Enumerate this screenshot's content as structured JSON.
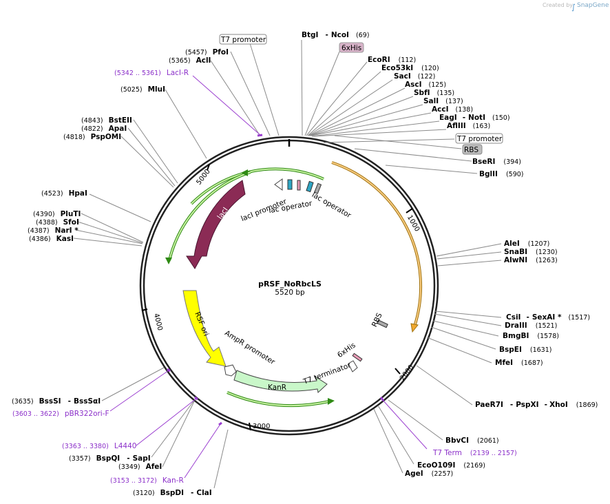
{
  "credit": {
    "text": "Created by",
    "brand": "SnapGene"
  },
  "plasmid": {
    "name": "pRSF_NoRbcLS",
    "length": "5520 bp"
  },
  "ticks": [
    "1000",
    "2000",
    "3000",
    "4000",
    "5000"
  ],
  "sites": [
    {
      "name": "BtgI",
      "name2": "NcoI",
      "pos": "(69)"
    },
    {
      "name": "EcoRI",
      "pos": "(112)"
    },
    {
      "name": "Eco53kI",
      "pos": "(120)"
    },
    {
      "name": "SacI",
      "pos": "(122)"
    },
    {
      "name": "AscI",
      "pos": "(125)"
    },
    {
      "name": "SbfI",
      "pos": "(135)"
    },
    {
      "name": "SalI",
      "pos": "(137)"
    },
    {
      "name": "AccI",
      "pos": "(138)"
    },
    {
      "name": "EagI",
      "name2": "NotI",
      "pos": "(150)"
    },
    {
      "name": "AflIII",
      "pos": "(163)"
    },
    {
      "name": "BseRI",
      "pos": "(394)"
    },
    {
      "name": "BglII",
      "pos": "(590)"
    },
    {
      "name": "AleI",
      "pos": "(1207)"
    },
    {
      "name": "SnaBI",
      "pos": "(1230)"
    },
    {
      "name": "AlwNI",
      "pos": "(1263)"
    },
    {
      "name": "CsiI",
      "name2": "SexAI *",
      "pos": "(1517)"
    },
    {
      "name": "DraIII",
      "pos": "(1521)"
    },
    {
      "name": "BmgBI",
      "pos": "(1578)"
    },
    {
      "name": "BspEI",
      "pos": "(1631)"
    },
    {
      "name": "MfeI",
      "pos": "(1687)"
    },
    {
      "name": "PaeR7I",
      "name2": "PspXI",
      "name3": "XhoI",
      "pos": "(1869)"
    },
    {
      "name": "BbvCI",
      "pos": "(2061)"
    },
    {
      "name": "EcoO109I",
      "pos": "(2169)"
    },
    {
      "name": "AgeI",
      "pos": "(2257)"
    },
    {
      "name": "BspDI",
      "name2": "ClaI",
      "pos": "(3120)"
    },
    {
      "name": "AfeI",
      "pos": "(3349)"
    },
    {
      "name": "BspQI",
      "name2": "SapI",
      "pos": "(3357)"
    },
    {
      "name": "BssSI",
      "name2": "BssSαI",
      "pos": "(3635)"
    },
    {
      "name": "KasI",
      "pos": "(4386)"
    },
    {
      "name": "NarI *",
      "pos": "(4387)"
    },
    {
      "name": "SfoI",
      "pos": "(4388)"
    },
    {
      "name": "PluTI",
      "pos": "(4390)"
    },
    {
      "name": "HpaI",
      "pos": "(4523)"
    },
    {
      "name": "PspOMI",
      "pos": "(4818)"
    },
    {
      "name": "ApaI",
      "pos": "(4822)"
    },
    {
      "name": "BstEII",
      "pos": "(4843)"
    },
    {
      "name": "MluI",
      "pos": "(5025)"
    },
    {
      "name": "AclI",
      "pos": "(5365)"
    },
    {
      "name": "PfoI",
      "pos": "(5457)"
    }
  ],
  "primers": [
    {
      "name": "LacI-R",
      "pos": "(5342 .. 5361)"
    },
    {
      "name": "T7 Term",
      "pos": "(2139 .. 2157)"
    },
    {
      "name": "Kan-R",
      "pos": "(3153 .. 3172)"
    },
    {
      "name": "L4440",
      "pos": "(3363 .. 3380)"
    },
    {
      "name": "pBR322ori-F",
      "pos": "(3603 .. 3622)"
    }
  ],
  "boxes": {
    "t7_promoter_top": "T7 promoter",
    "his_tag": "6xHis",
    "t7_promoter_right": "T7 promoter",
    "rbs": "RBS"
  },
  "features": {
    "laci": "lacI",
    "laci_promoter": "lacI promoter",
    "lac_operator_1": "lac operator",
    "lac_operator_2": "lac operator",
    "rsf_ori": "RSF ori",
    "ampr_promoter": "AmpR promoter",
    "kanr": "KanR",
    "t7_terminator": "T7 terminator",
    "his_inner": "6xHis",
    "rbs_inner": "RBS"
  },
  "colors": {
    "laci": "#8b2b55",
    "rsf_ori": "#ffff00",
    "kanr": "#c9f7c9",
    "orf": "#f0a830",
    "green_arrow": "#2f8a14",
    "primer": "#9b3fd0"
  }
}
